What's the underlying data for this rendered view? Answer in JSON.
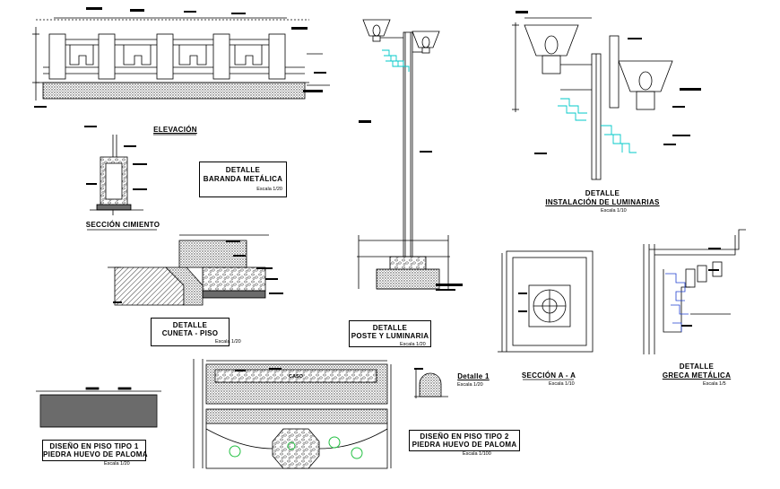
{
  "labels": {
    "elevacion": "ELEVACIÓN",
    "seccion_cimiento": "SECCIÓN CIMIENTO",
    "baranda_title": "DETALLE",
    "baranda_sub": "BARANDA METÁLICA",
    "baranda_scale": "Escala 1/20",
    "cuneta_title": "DETALLE",
    "cuneta_sub": "CUNETA - PISO",
    "cuneta_scale": "Escala 1/20",
    "poste_title": "DETALLE",
    "poste_sub": "POSTE Y LUMINARIA",
    "poste_scale": "Escala 1/20",
    "instalacion_title": "DETALLE",
    "instalacion_sub": "INSTALACIÓN DE LUMINARIAS",
    "instalacion_scale": "Escala 1/10",
    "seccion_aa": "SECCIÓN A - A",
    "seccion_aa_scale": "Escala 1/10",
    "greca_title": "DETALLE",
    "greca_sub": "GRECA METÁLICA",
    "greca_scale": "Escala 1/5",
    "detalle1": "Detalle 1",
    "detalle1_scale": "Escala 1/20",
    "piso1_title": "DISEÑO EN PISO TIPO 1",
    "piso1_sub": "PIEDRA HUEVO DE PALOMA",
    "piso1_scale": "Escala 1/20",
    "piso2_title": "DISEÑO EN PISO TIPO 2",
    "piso2_sub": "PIEDRA HUEVO DE PALOMA",
    "piso2_scale": "Escala 1/100",
    "cell_label": "CASO"
  },
  "colors": {
    "line": "#000000",
    "cyan": "#00c8c8",
    "blue": "#2040d0",
    "green": "#20c040",
    "hatch": "#555555"
  }
}
